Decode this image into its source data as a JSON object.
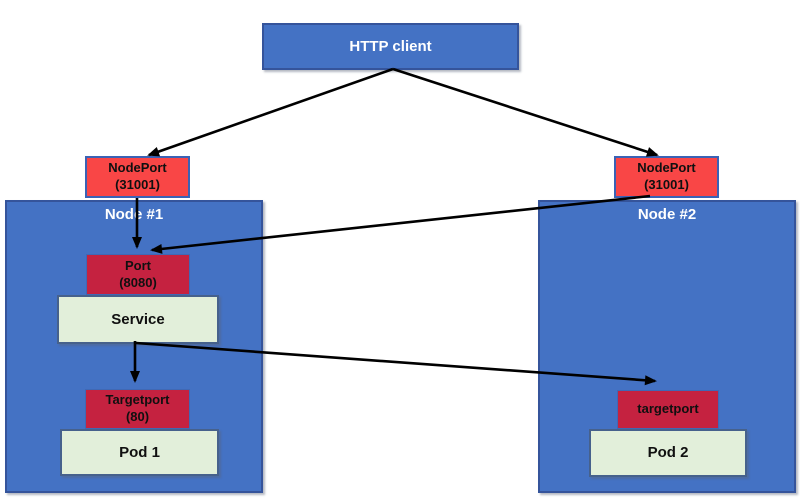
{
  "diagram": {
    "type": "kubernetes-nodeport-architecture",
    "http_client": {
      "label": "HTTP client"
    },
    "nodeport_node1": {
      "line1": "NodePort",
      "line2": "(31001)"
    },
    "nodeport_node2": {
      "line1": "NodePort",
      "line2": "(31001)"
    },
    "node1": {
      "label": "Node #1"
    },
    "node2": {
      "label": "Node #2"
    },
    "port": {
      "line1": "Port",
      "line2": "(8080)"
    },
    "service": {
      "label": "Service"
    },
    "targetport_node1": {
      "line1": "Targetport",
      "line2": "(80)"
    },
    "pod1": {
      "label": "Pod 1"
    },
    "targetport_node2": {
      "label": "targetport"
    },
    "pod2": {
      "label": "Pod 2"
    },
    "edges": [
      {
        "from": "http-client",
        "to": "nodeport-node1"
      },
      {
        "from": "http-client",
        "to": "nodeport-node2"
      },
      {
        "from": "nodeport-node1",
        "to": "port-8080"
      },
      {
        "from": "nodeport-node2",
        "to": "port-8080"
      },
      {
        "from": "service",
        "to": "targetport-node1"
      },
      {
        "from": "service",
        "to": "targetport-node2"
      }
    ],
    "colors": {
      "node_blue": "#4472C4",
      "nodeport_red": "#F94646",
      "port_crimson": "#C52240",
      "pod_green": "#E2EFDA",
      "arrow": "#000000"
    }
  }
}
